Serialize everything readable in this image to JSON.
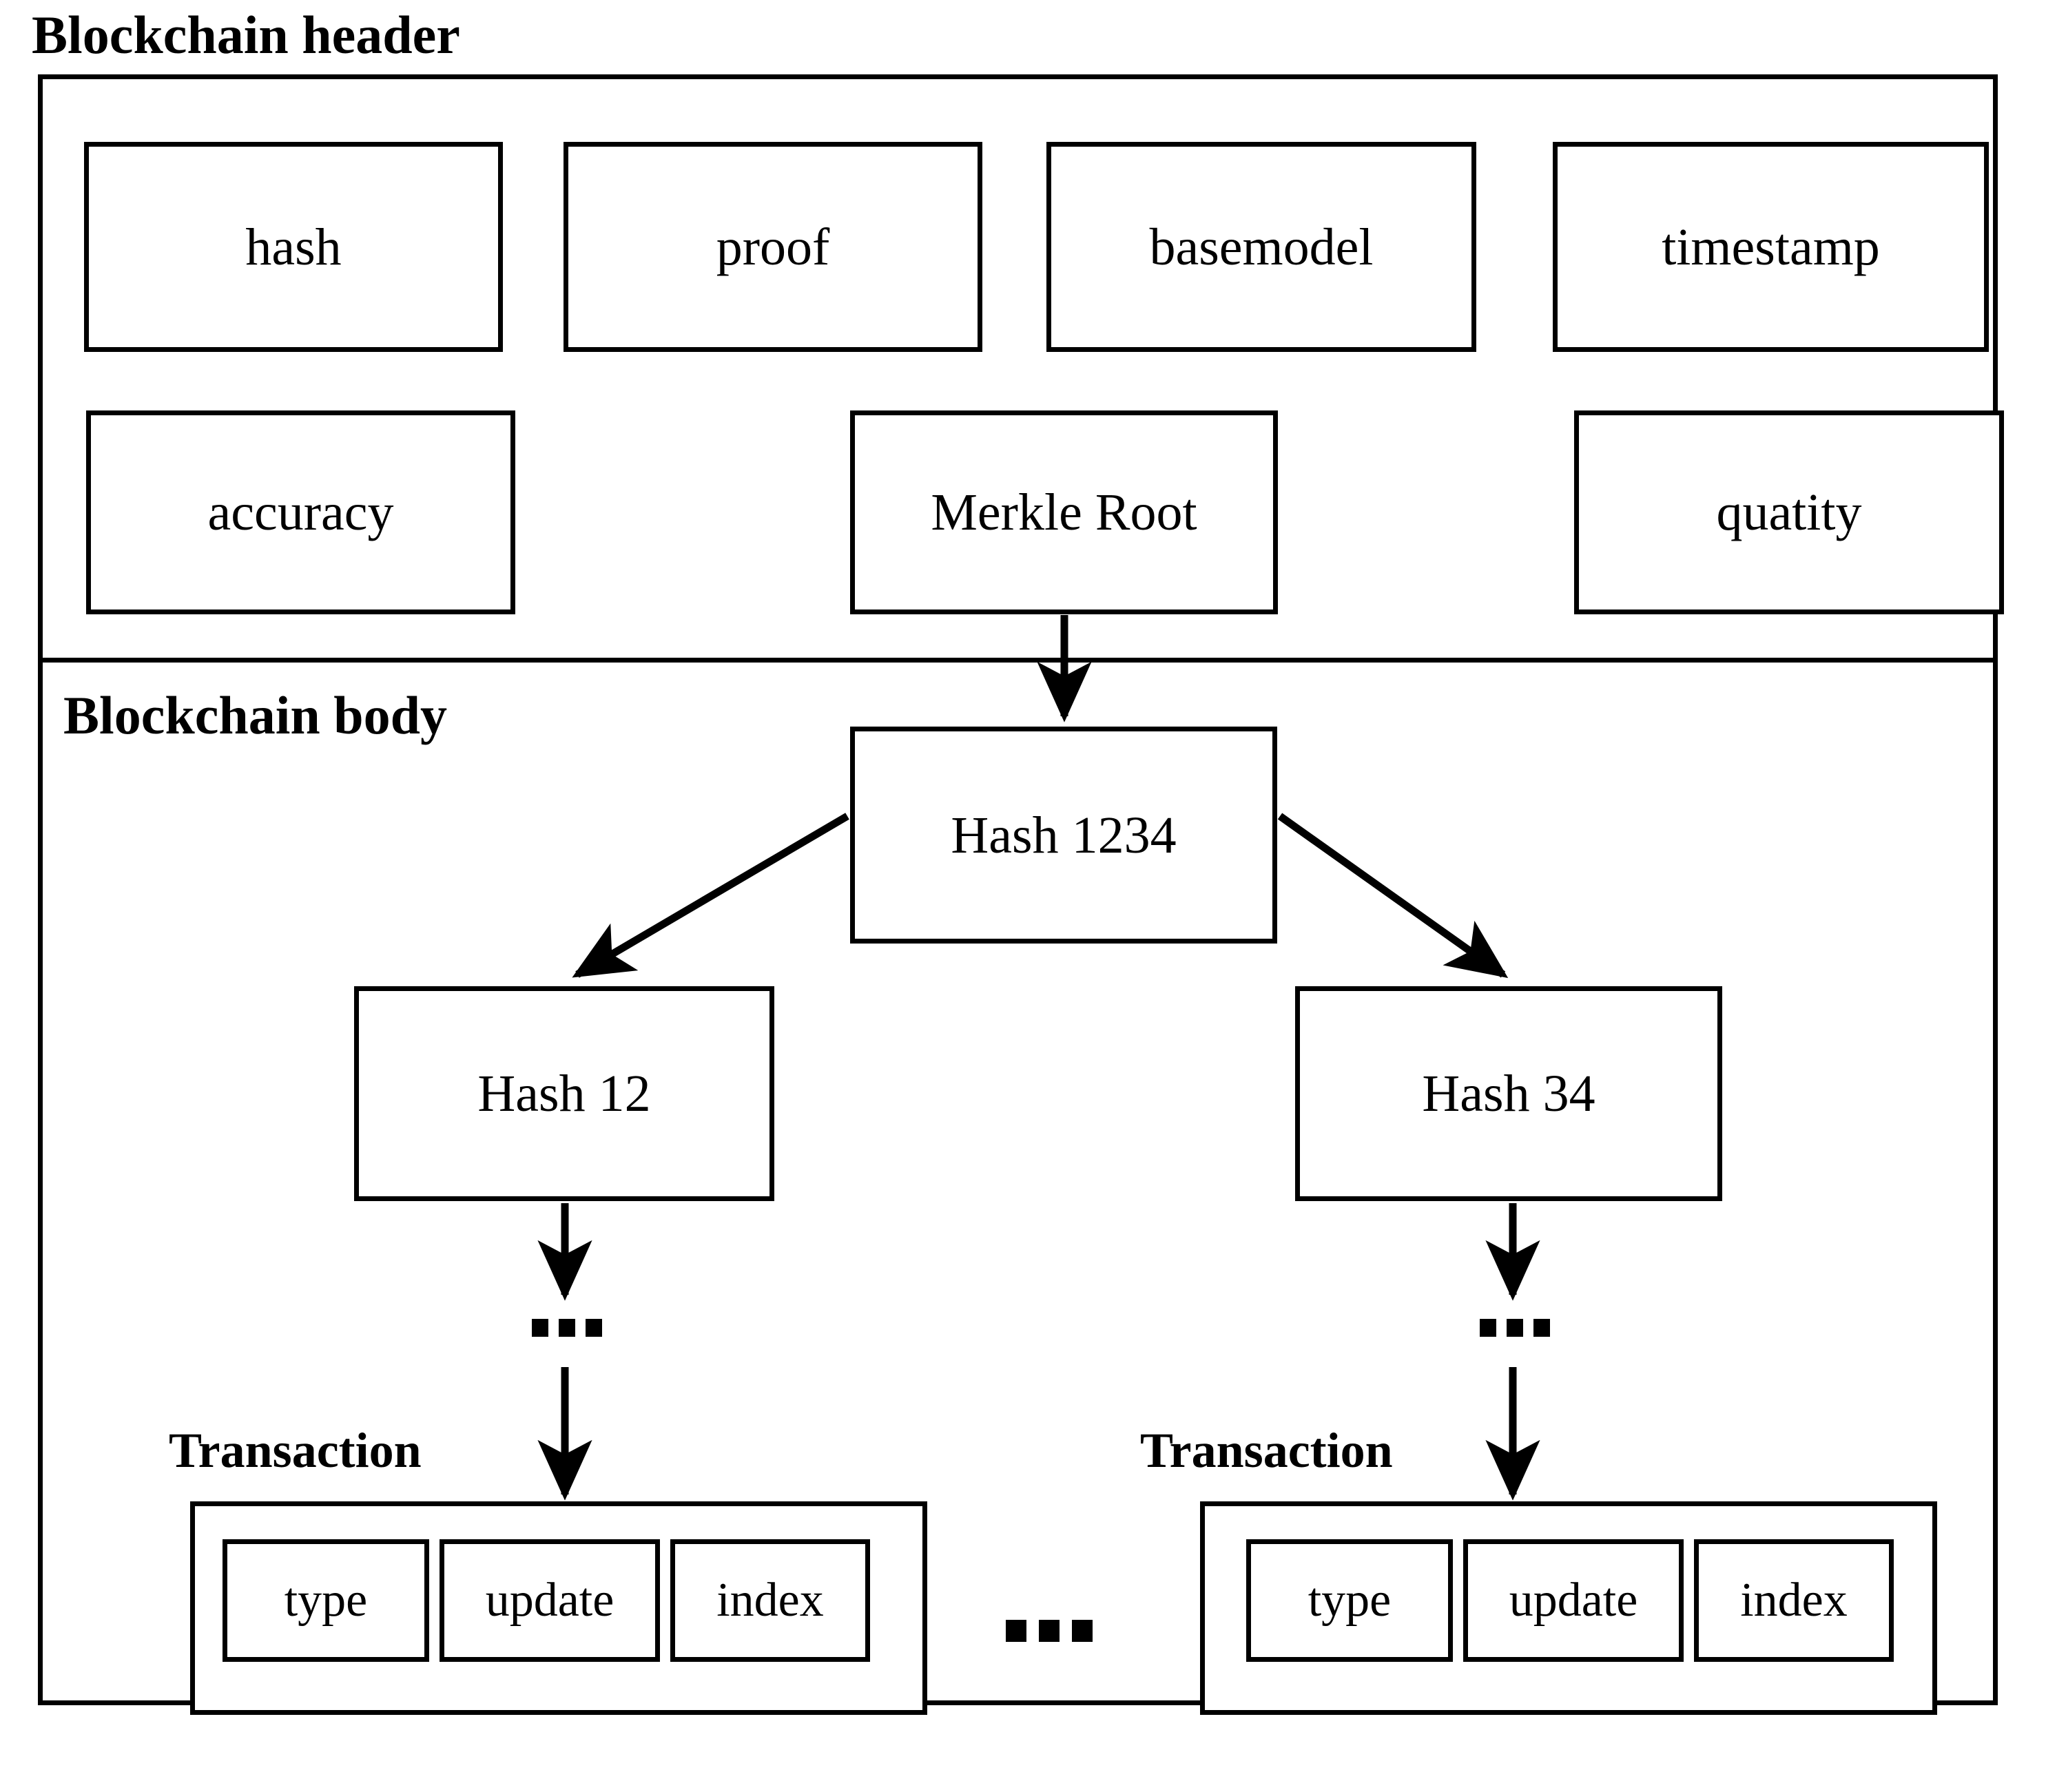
{
  "diagram": {
    "sections": {
      "header_title": "Blockchain header",
      "body_title": "Blockchain body"
    },
    "header_fields_row1": [
      {
        "label": "hash"
      },
      {
        "label": "proof"
      },
      {
        "label": "basemodel"
      },
      {
        "label": "timestamp"
      }
    ],
    "header_fields_row2": [
      {
        "label": "accuracy"
      },
      {
        "label": "Merkle Root"
      },
      {
        "label": "quatity"
      }
    ],
    "merkle_tree": {
      "root": {
        "label": "Hash 1234"
      },
      "children": [
        {
          "label": "Hash 12"
        },
        {
          "label": "Hash 34"
        }
      ],
      "continuation_glyph": "...",
      "between_transactions_glyph": "..."
    },
    "transactions": [
      {
        "label": "Transaction",
        "fields": [
          {
            "label": "type"
          },
          {
            "label": "update"
          },
          {
            "label": "index"
          }
        ]
      },
      {
        "label": "Transaction",
        "fields": [
          {
            "label": "type"
          },
          {
            "label": "update"
          },
          {
            "label": "index"
          }
        ]
      }
    ],
    "colors": {
      "stroke": "#000000",
      "background": "#ffffff"
    }
  }
}
